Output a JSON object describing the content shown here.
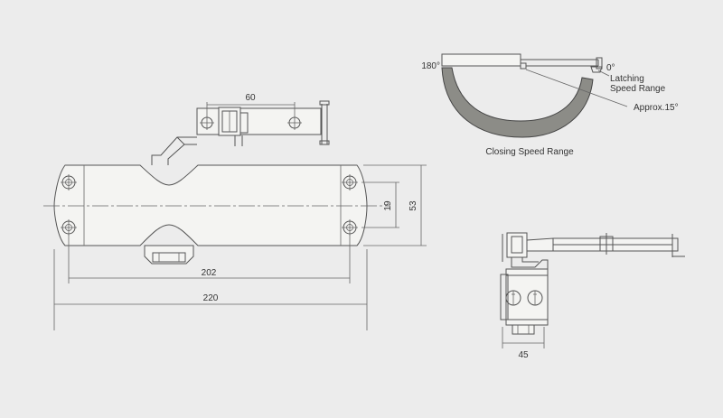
{
  "dimensions": {
    "arm_spacing": "60",
    "hole_spacing_vertical": "19",
    "body_height": "53",
    "hole_spacing_horizontal": "202",
    "body_length": "220",
    "side_width": "45"
  },
  "speed_diagram": {
    "angle_open": "180°",
    "angle_closed": "0°",
    "latching_label_line1": "Latching",
    "latching_label_line2": "Speed Range",
    "approx_label": "Approx.15°",
    "closing_label": "Closing Speed Range"
  },
  "colors": {
    "background": "#ececec",
    "line": "#555555",
    "arc_fill": "#8c8c87",
    "arc_stroke": "#444444",
    "body_fill": "#f4f4f2"
  }
}
